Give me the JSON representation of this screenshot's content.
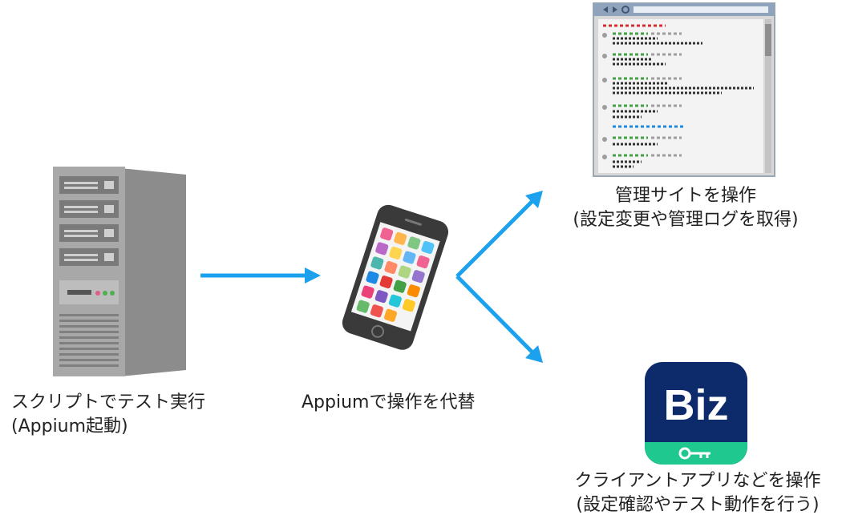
{
  "nodes": {
    "script": {
      "line1": "スクリプトでテスト実行",
      "line2": "(Appium起動)"
    },
    "appium": {
      "line1": "Appiumで操作を代替"
    },
    "admin_site": {
      "line1": "管理サイトを操作",
      "line2": "(設定変更や管理ログを取得)"
    },
    "client_app": {
      "line1": "クライアントアプリなどを操作",
      "line2": "(設定確認やテスト動作を行う)",
      "icon_text": "Biz"
    }
  },
  "colors": {
    "arrow": "#1ca1ee",
    "server": "#a3a3a3",
    "phone": "#3a3a3a",
    "biz_bg": "#0d2a6b",
    "biz_band": "#1fc88f"
  }
}
